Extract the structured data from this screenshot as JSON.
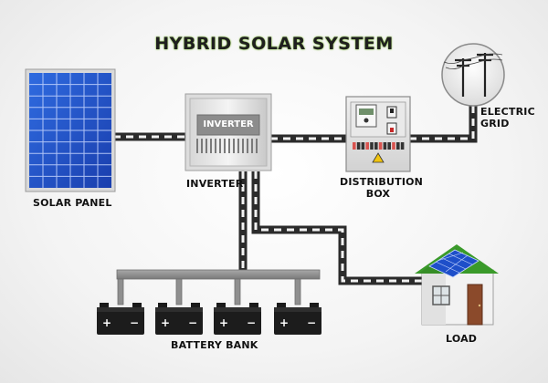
{
  "title": "HYBRID SOLAR SYSTEM",
  "labels": {
    "solar_panel": "SOLAR PANEL",
    "inverter": "INVERTER",
    "inverter_face": "INVERTER",
    "distribution_box_line1": "DISTRIBUTION",
    "distribution_box_line2": "BOX",
    "electric_grid_line1": "ELECTRIC",
    "electric_grid_line2": "GRID",
    "battery_bank": "BATTERY BANK",
    "load": "LOAD"
  },
  "battery_terminals": {
    "positive": "+",
    "negative": "−"
  },
  "colors": {
    "title_glow": "#8bc34a",
    "panel_blue": "#1e4fc9",
    "roof_green": "#3a9a2a",
    "wire": "#2b2b2b"
  }
}
